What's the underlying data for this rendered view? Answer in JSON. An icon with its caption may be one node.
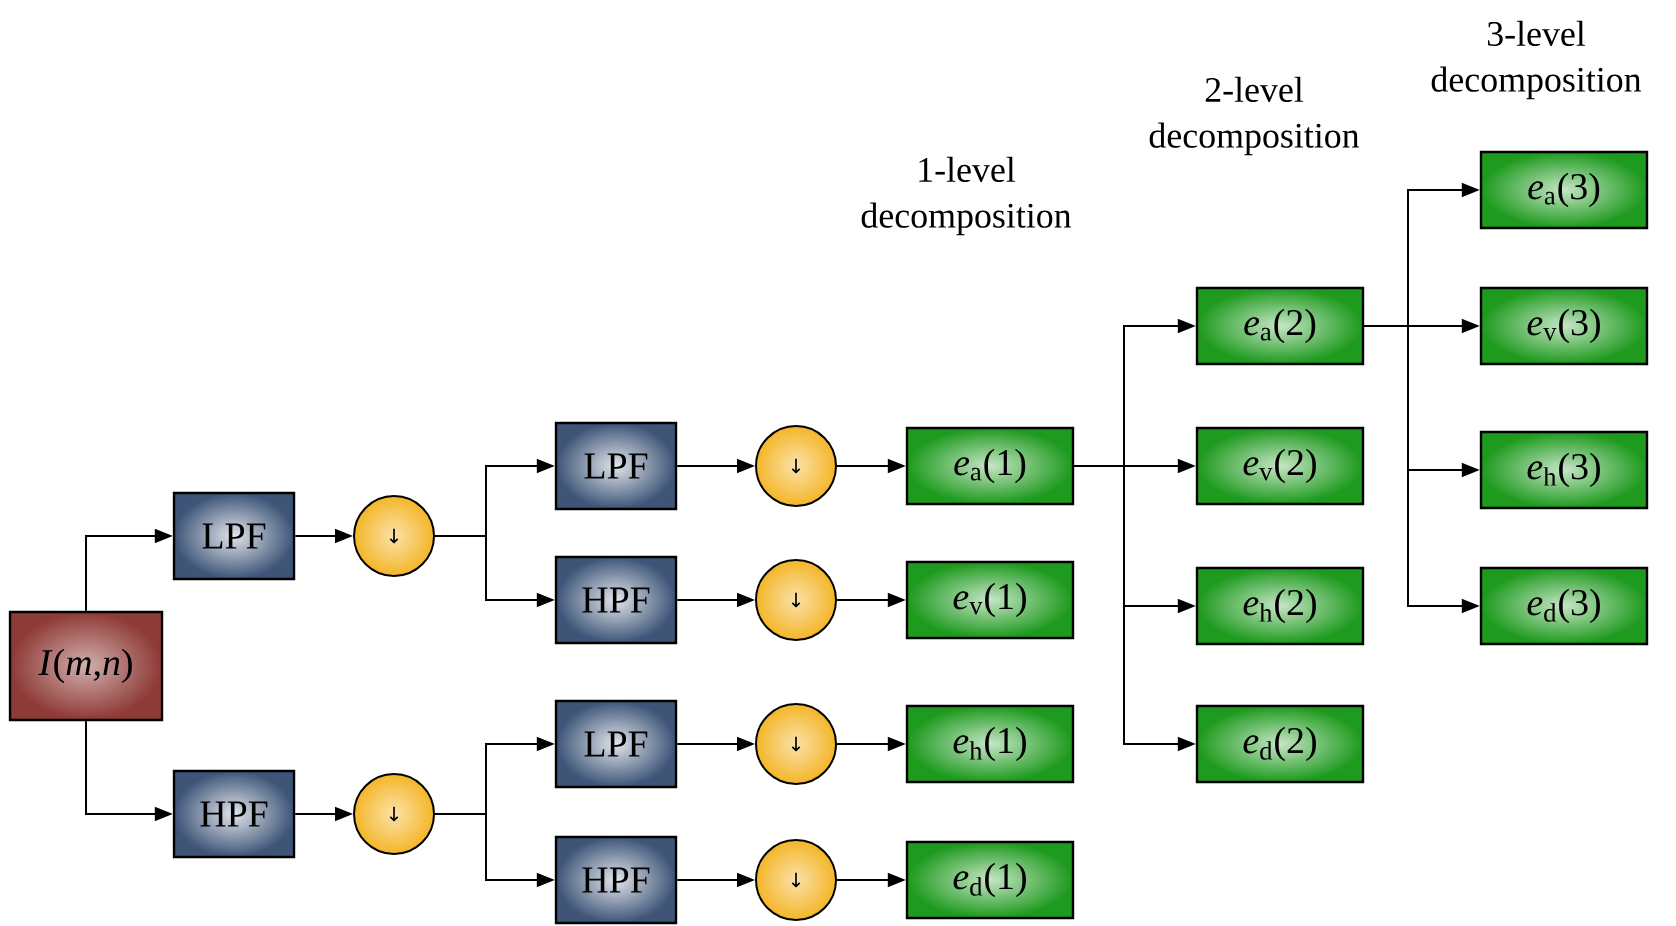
{
  "diagram": {
    "nodes": [
      {
        "text": [
          "*I*(*m*,*n*)"
        ]
      },
      {
        "text": [
          "LPF"
        ]
      },
      {
        "text": [
          "↓"
        ]
      },
      {
        "text": [
          "HPF"
        ]
      },
      {
        "text": [
          "↓"
        ]
      },
      {
        "text": [
          "LPF"
        ]
      },
      {
        "text": [
          "HPF"
        ]
      },
      {
        "text": [
          "LPF"
        ]
      },
      {
        "text": [
          "HPF"
        ]
      },
      {
        "text": [
          "↓"
        ]
      },
      {
        "text": [
          "↓"
        ]
      },
      {
        "text": [
          "↓"
        ]
      },
      {
        "text": [
          "↓"
        ]
      },
      {
        "text": [
          "*e*$_{a}$(1)"
        ]
      },
      {
        "text": [
          "*e*$_{v}$(1)"
        ]
      },
      {
        "text": [
          "*e*$_{h}$(1)"
        ]
      },
      {
        "text": [
          "*e*$_{d}$(1)"
        ]
      },
      {
        "text": [
          "*e*$_{a}$(2)"
        ]
      },
      {
        "text": [
          "*e*$_{v}$(2)"
        ]
      },
      {
        "text": [
          "*e*$_{h}$(2)"
        ]
      },
      {
        "text": [
          "*e*$_{d}$(2)"
        ]
      },
      {
        "text": [
          "*e*$_{a}$(3)"
        ]
      },
      {
        "text": [
          "*e*$_{v}$(3)"
        ]
      },
      {
        "text": [
          "*e*$_{h}$(3)"
        ]
      },
      {
        "text": [
          "*e*$_{d}$(3)"
        ]
      }
    ],
    "edges": [
      {
        "from": 0,
        "to": 1,
        "arrow": "to"
      },
      {
        "from": 0,
        "to": 3,
        "arrow": "to"
      },
      {
        "from": 1,
        "to": 2,
        "arrow": "to"
      },
      {
        "from": 3,
        "to": 4,
        "arrow": "to"
      },
      {
        "from": 2,
        "to": 5,
        "arrow": "to"
      },
      {
        "from": 2,
        "to": 6,
        "arrow": "to"
      },
      {
        "from": 4,
        "to": 7,
        "arrow": "to"
      },
      {
        "from": 4,
        "to": 8,
        "arrow": "to"
      },
      {
        "from": 5,
        "to": 9,
        "arrow": "to"
      },
      {
        "from": 6,
        "to": 10,
        "arrow": "to"
      },
      {
        "from": 7,
        "to": 11,
        "arrow": "to"
      },
      {
        "from": 8,
        "to": 12,
        "arrow": "to"
      },
      {
        "from": 9,
        "to": 13,
        "arrow": "to"
      },
      {
        "from": 10,
        "to": 14,
        "arrow": "to"
      },
      {
        "from": 11,
        "to": 15,
        "arrow": "to"
      },
      {
        "from": 12,
        "to": 16,
        "arrow": "to"
      },
      {
        "from": 13,
        "to": 17,
        "arrow": "to"
      },
      {
        "from": 13,
        "to": 18,
        "arrow": "to"
      },
      {
        "from": 13,
        "to": 19,
        "arrow": "to"
      },
      {
        "from": 13,
        "to": 20,
        "arrow": "to"
      },
      {
        "from": 17,
        "to": 21,
        "arrow": "to"
      },
      {
        "from": 17,
        "to": 22,
        "arrow": "to"
      },
      {
        "from": 17,
        "to": 23,
        "arrow": "to"
      },
      {
        "from": 17,
        "to": 24,
        "arrow": "to"
      }
    ],
    "labels": [
      "1-level decomposition",
      "2-level decomposition",
      "3-level decomposition"
    ]
  }
}
